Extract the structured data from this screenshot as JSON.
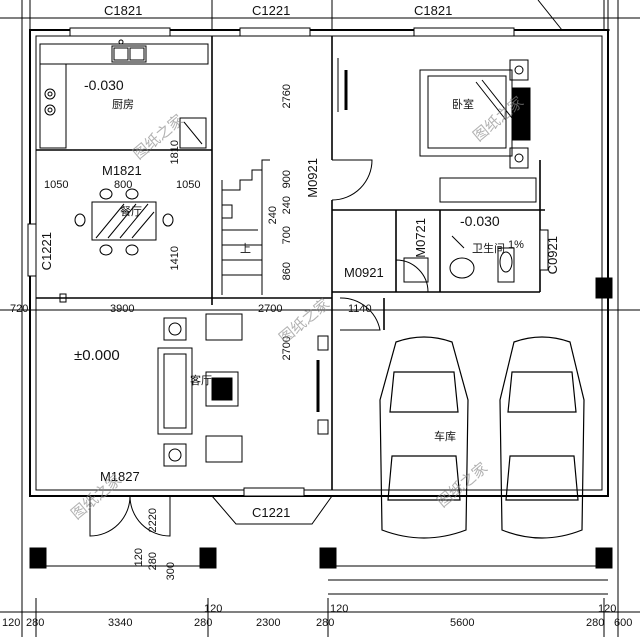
{
  "windows": {
    "top_left": "C1821",
    "top_mid": "C1221",
    "top_right": "C1821",
    "dining_left": "C1221",
    "bath_right": "C0921",
    "living_bottom": "C1221"
  },
  "doors": {
    "kitchen": "M1821",
    "stair_side": "M0921",
    "bath": "M0721",
    "corridor": "M0921",
    "entrance": "M1827"
  },
  "rooms": {
    "kitchen": "厨房",
    "dining": "餐厅",
    "bedroom": "卧室",
    "bath": "卫生间",
    "living": "客厅",
    "garage": "车库",
    "stair_up": "上"
  },
  "levels": {
    "kitchen": "-0.030",
    "bath": "-0.030",
    "living": "±0.000",
    "bath_slope": "1%"
  },
  "dims": {
    "d1050a": "1050",
    "d800": "800",
    "d1050b": "1050",
    "d720": "720",
    "d3900": "3900",
    "d2700": "2700",
    "d1140": "1140",
    "d2760": "2760",
    "d900": "900",
    "d240a": "240",
    "d700": "700",
    "d240b": "240",
    "d860": "860",
    "d1810": "1810",
    "d1410": "1410",
    "d2700v": "2700",
    "d2220": "2220",
    "d120v": "120",
    "d280v": "280",
    "d300": "300",
    "b120a": "120",
    "b280a": "280",
    "b3340": "3340",
    "b280b": "280",
    "b120b": "120",
    "b2300": "2300",
    "b280c": "280",
    "b120c": "120",
    "b5600": "5600",
    "b120d": "120",
    "b280d": "280",
    "b600": "600"
  },
  "watermarks": [
    "图纸之家",
    "图纸之家",
    "图纸之家",
    "图纸之家",
    "图纸之家"
  ]
}
